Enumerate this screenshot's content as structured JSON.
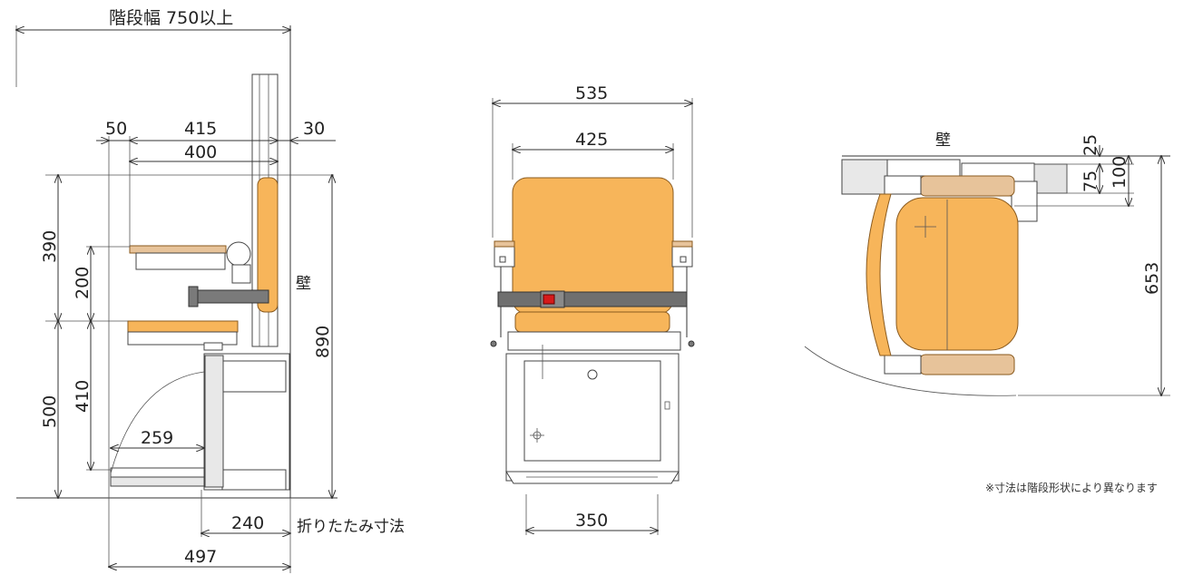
{
  "colors": {
    "seat": "#f7b55a",
    "seat_edge": "#8a5a1e",
    "armrest": "#e7c39a",
    "belt": "#6f6f6f",
    "buckle": "#d61a1a",
    "line": "#333333"
  },
  "side_view": {
    "stair_width": "階段幅 750以上",
    "d50": "50",
    "d415": "415",
    "d30": "30",
    "d400": "400",
    "d390": "390",
    "d200": "200",
    "d890": "890",
    "d500": "500",
    "d410": "410",
    "d259": "259",
    "d240": "240",
    "d497": "497",
    "wall": "壁",
    "folded": "折りたたみ寸法"
  },
  "front_view": {
    "d535": "535",
    "d425": "425",
    "d350": "350"
  },
  "top_view": {
    "wall": "壁",
    "d25": "25",
    "d75": "75",
    "d100": "100",
    "d653": "653"
  },
  "note": "※寸法は階段形状により異なります"
}
